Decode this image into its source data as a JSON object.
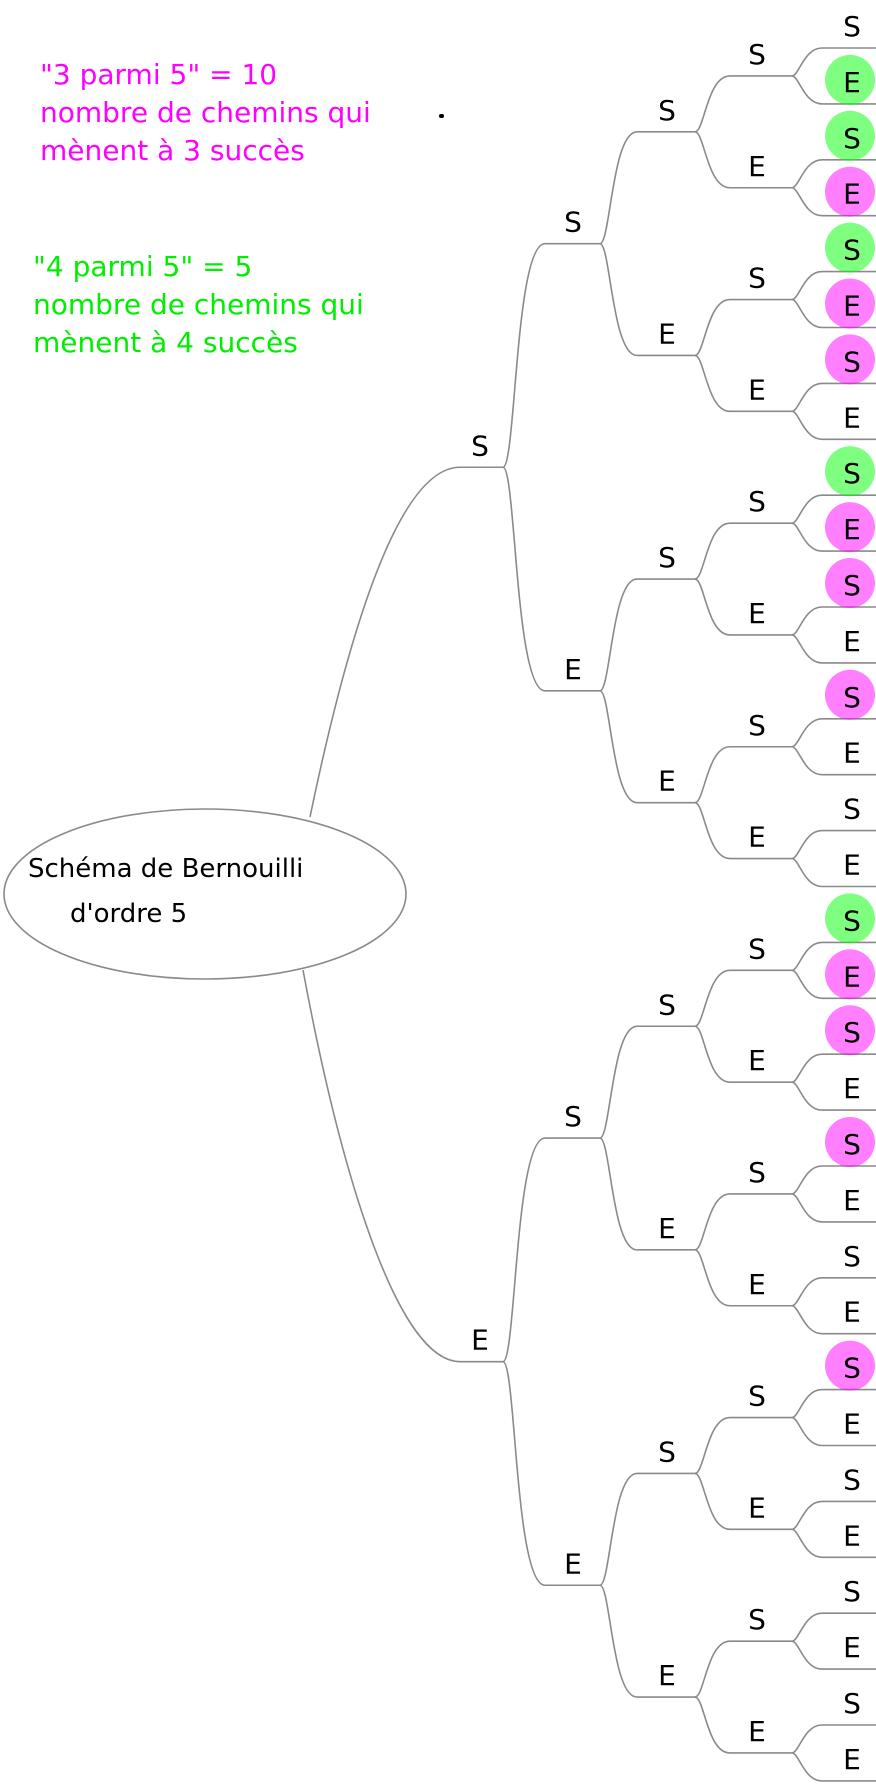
{
  "notes": {
    "magenta": {
      "color": "#ff00ff",
      "lines": [
        "\"3 parmi 5\" = 10",
        "nombre de chemins qui",
        "mènent à 3 succès"
      ]
    },
    "green": {
      "color": "#00ee00",
      "lines": [
        "\"4 parmi 5\" = 5",
        "nombre de chemins qui",
        "mènent à 4 succès"
      ]
    }
  },
  "diagram": {
    "root": {
      "lines": [
        "Schéma de Bernouilli",
        "d'ordre 5"
      ]
    },
    "depth": 5,
    "branch_labels": [
      "S",
      "E"
    ],
    "highlight_colors": {
      "green": "#00ff00",
      "magenta": "#ff00ff"
    },
    "highlighted_leaves": {
      "green": [
        "SSSSE",
        "SSSES",
        "SSESS",
        "SESSS",
        "ESSSS"
      ],
      "magenta": [
        "SSSEE",
        "SSESE",
        "SSEES",
        "SESSE",
        "SESES",
        "SEESS",
        "ESSSE",
        "ESSES",
        "ESESS",
        "EESSS"
      ]
    }
  }
}
